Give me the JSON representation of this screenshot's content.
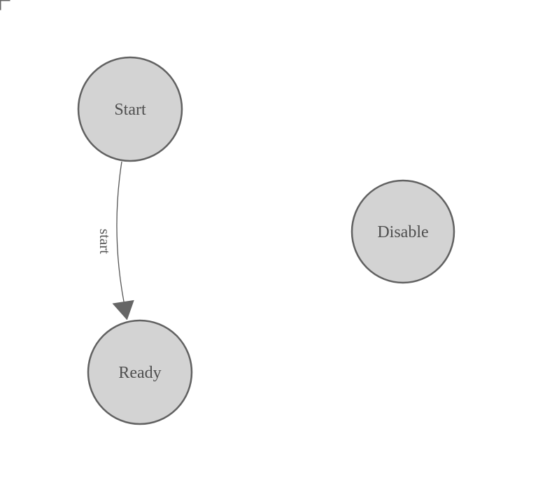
{
  "diagram": {
    "kind": "finite-state-machine",
    "nodes": [
      {
        "id": "start",
        "label": "Start"
      },
      {
        "id": "ready",
        "label": "Ready"
      },
      {
        "id": "disable",
        "label": "Disable"
      }
    ],
    "edges": [
      {
        "from": "start",
        "to": "ready",
        "label": "start"
      }
    ],
    "colors": {
      "background": "#ffffff",
      "node_fill": "#d3d3d3",
      "node_stroke": "#616161",
      "node_text": "#4f4f4f",
      "edge_stroke": "#555555",
      "arrow_fill": "#666666",
      "edge_label": "#555555",
      "corner_mark": "#666666"
    }
  }
}
